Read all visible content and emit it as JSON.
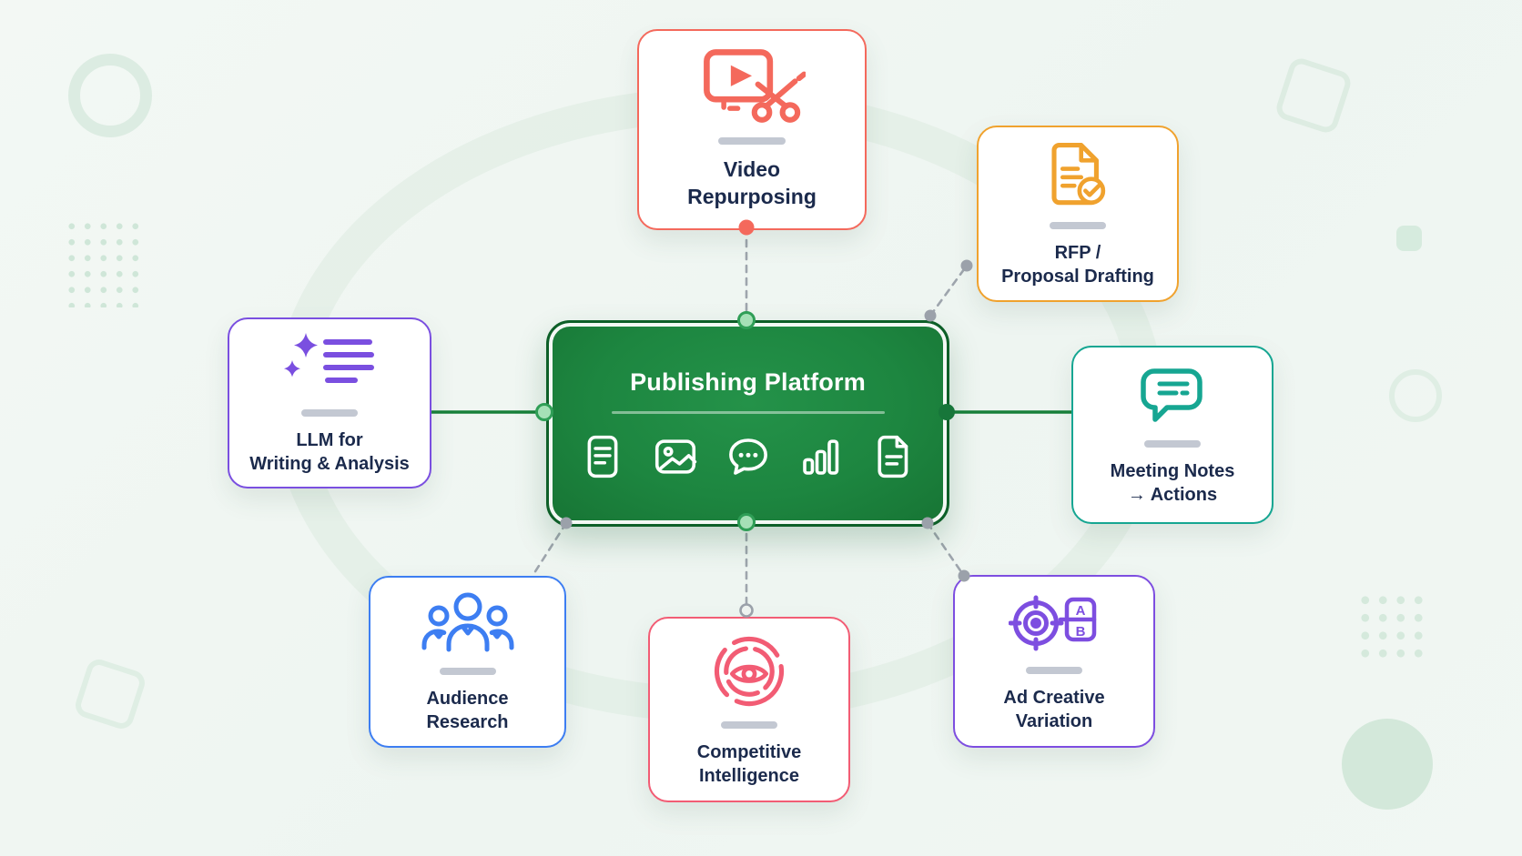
{
  "center": {
    "title": "Publishing Platform",
    "bg_color": "#1d8640",
    "icons": [
      {
        "name": "article-lines-icon"
      },
      {
        "name": "image-icon"
      },
      {
        "name": "chat-bubble-dots-icon"
      },
      {
        "name": "bar-chart-icon"
      },
      {
        "name": "document-icon"
      }
    ]
  },
  "nodes": {
    "video": {
      "line1": "Video",
      "line2": "Repurposing",
      "color": "#f4695c",
      "icon": "video-scissors-icon"
    },
    "rfp": {
      "line1": "RFP /",
      "line2": "Proposal Drafting",
      "color": "#f0a22e",
      "icon": "document-check-icon"
    },
    "meeting": {
      "line1": "Meeting Notes",
      "line2": "→ Actions",
      "color": "#16a692",
      "icon": "speech-bubble-lines-icon"
    },
    "ad": {
      "line1": "Ad Creative",
      "line2": "Variation",
      "color": "#7d4ee0",
      "icon": "target-ab-test-icon"
    },
    "competitive": {
      "line1": "Competitive",
      "line2": "Intelligence",
      "color": "#f25c74",
      "icon": "radar-eye-icon"
    },
    "audience": {
      "line1": "Audience",
      "line2": "Research",
      "color": "#3d7ef2",
      "icon": "people-group-icon"
    },
    "llm": {
      "line1": "LLM for",
      "line2": "Writing & Analysis",
      "color": "#7a4fe0",
      "icon": "sparkles-text-icon"
    }
  },
  "style": {
    "label_color": "#1b2a4c",
    "connector_solid_color": "#17803a",
    "connector_dashed_color": "#9ea5ad"
  }
}
